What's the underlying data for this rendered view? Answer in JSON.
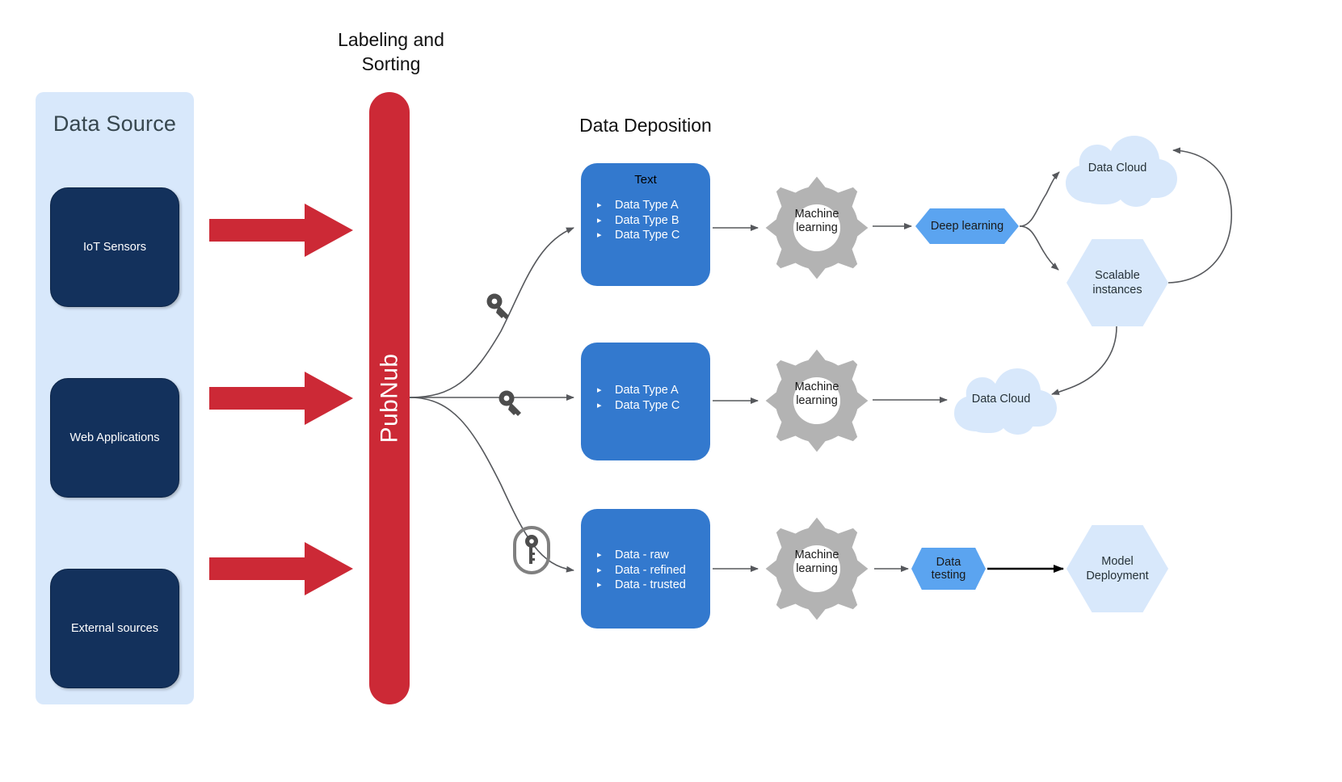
{
  "diagram": {
    "title_labeling": "Labeling and\nSorting",
    "title_labeling_line1": "Labeling and",
    "title_labeling_line2": "Sorting",
    "title_deposition": "Data Deposition"
  },
  "data_source": {
    "panel_title": "Data Source",
    "panel_color": "#d8e8fb",
    "box_color": "#13315c",
    "sources": [
      {
        "label": "IoT Sensors"
      },
      {
        "label": "Web Applications"
      },
      {
        "label": "External sources"
      }
    ]
  },
  "broker": {
    "label": "PubNub",
    "color": "#cc2936"
  },
  "ingest_arrows": {
    "color": "#cc2936",
    "count": 3
  },
  "key_icons": [
    {
      "name": "key-icon",
      "style": "plain"
    },
    {
      "name": "key-icon",
      "style": "plain"
    },
    {
      "name": "key-icon",
      "style": "boxed"
    }
  ],
  "deposition": {
    "box_color": "#3379ce",
    "boxes": [
      {
        "heading": "Text",
        "items": [
          "Data Type A",
          "Data Type B",
          "Data Type C"
        ]
      },
      {
        "heading": "",
        "items": [
          "Data Type A",
          "Data Type C"
        ]
      },
      {
        "heading": "",
        "items": [
          "Data - raw",
          "Data - refined",
          "Data - trusted"
        ]
      }
    ]
  },
  "processing": {
    "gear_color": "#b3b3b3",
    "gears": [
      {
        "line1": "Machine",
        "line2": "learning"
      },
      {
        "line1": "Machine",
        "line2": "learning"
      },
      {
        "line1": "Machine",
        "line2": "learning"
      }
    ]
  },
  "outputs": {
    "hex_accent_color": "#5ba4f0",
    "hex_light_color": "#d8e8fb",
    "deep_learning": "Deep learning",
    "data_testing_line1": "Data",
    "data_testing_line2": "testing",
    "data_cloud_top": "Data Cloud",
    "data_cloud_mid": "Data Cloud",
    "scalable_line1": "Scalable",
    "scalable_line2": "instances",
    "model_deploy_line1": "Model",
    "model_deploy_line2": "Deployment"
  }
}
